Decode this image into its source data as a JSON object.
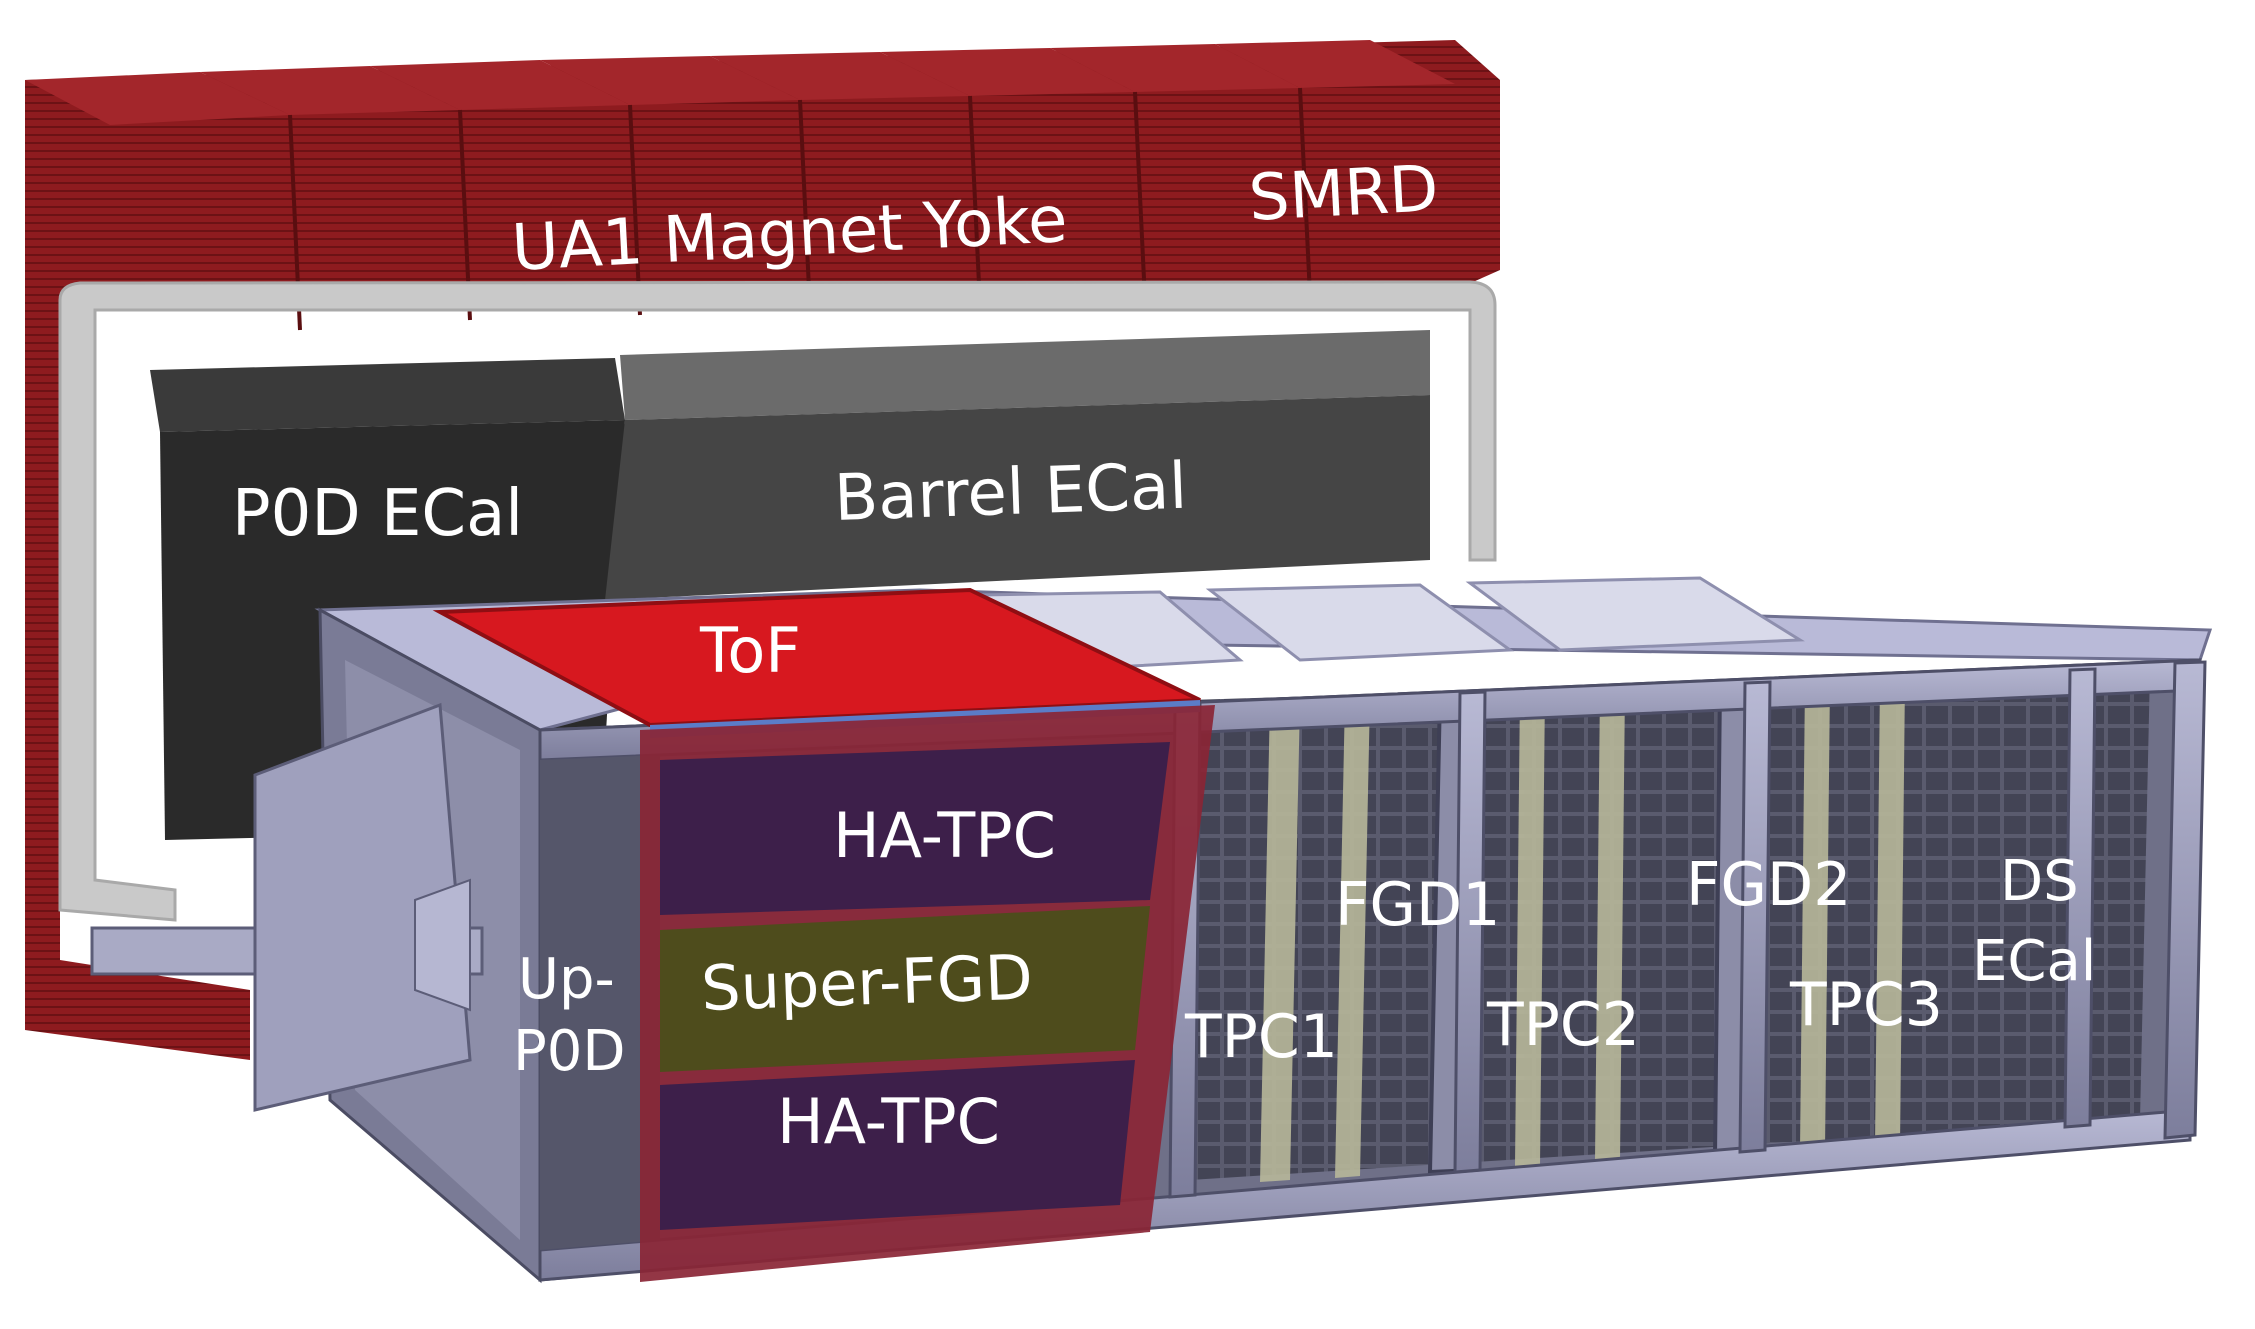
{
  "labels": {
    "magnet_yoke": "UA1 Magnet Yoke",
    "smrd": "SMRD",
    "p0d_ecal": "P0D ECal",
    "barrel_ecal": "Barrel ECal",
    "tof": "ToF",
    "ha_tpc_top": "HA-TPC",
    "super_fgd": "Super-FGD",
    "ha_tpc_bottom": "HA-TPC",
    "up_p0d_line1": "Up-",
    "up_p0d_line2": "P0D",
    "fgd1": "FGD1",
    "fgd2": "FGD2",
    "tpc1": "TPC1",
    "tpc2": "TPC2",
    "tpc3": "TPC3",
    "ds_ecal_line1": "DS",
    "ds_ecal_line2": "ECal"
  },
  "colors": {
    "yoke": "#8c1a1e",
    "yoke_dark": "#6a1114",
    "ecal_dark": "#2b2b2b",
    "ecal_mid": "#444444",
    "frame": "#8e8fae",
    "frame_dark": "#5c5d78",
    "tof_red": "#d7181f",
    "ha_tpc": "#3e1f4b",
    "super_fgd": "#4f4d1c",
    "highlight_frame": "#a02a3a"
  }
}
